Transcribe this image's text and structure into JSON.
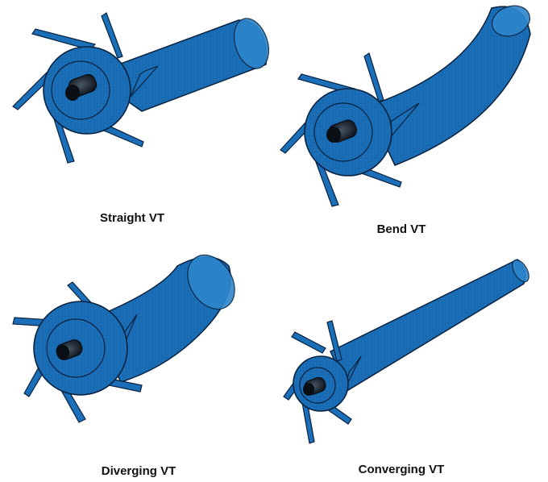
{
  "figure": {
    "panels": [
      {
        "id": "straight",
        "caption": "Straight VT"
      },
      {
        "id": "bend",
        "caption": "Bend VT"
      },
      {
        "id": "diverging",
        "caption": "Diverging VT"
      },
      {
        "id": "converging",
        "caption": "Converging VT"
      }
    ],
    "colors": {
      "mesh_fill": "#1a6fb8",
      "mesh_light": "#2d86cc",
      "mesh_dark": "#0d4a85",
      "edge": "#08223f",
      "core": "#1f2a36"
    }
  }
}
